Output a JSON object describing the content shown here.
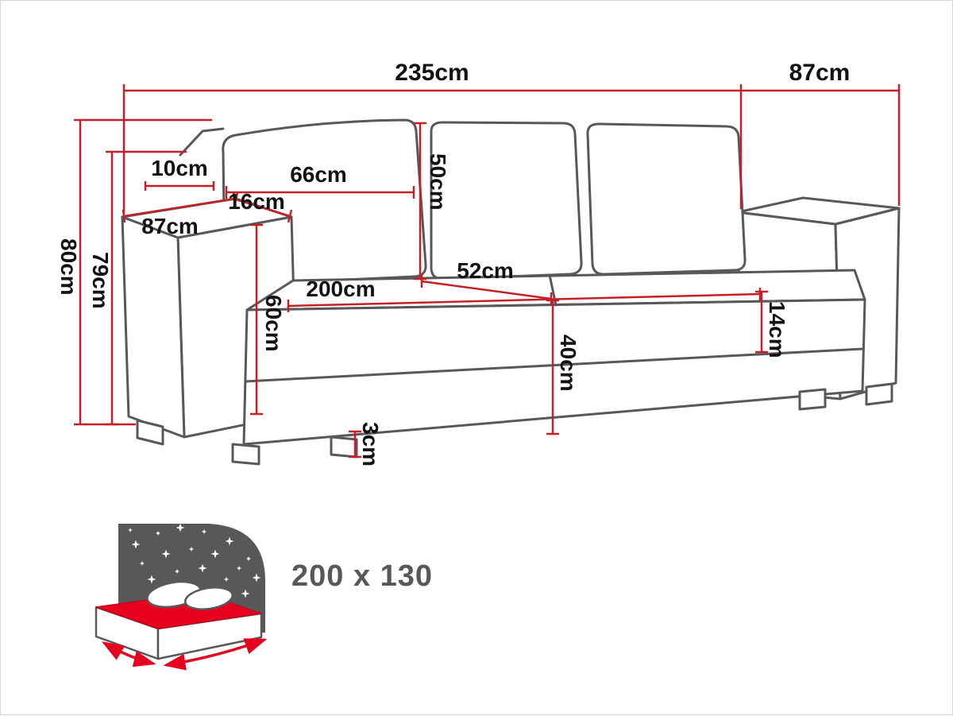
{
  "sofa_diagram": {
    "labels": {
      "width_total": "235cm",
      "depth_side": "87cm",
      "height_total": "80cm",
      "height_backrest": "79cm",
      "backrest_top": "10cm",
      "back_cushion_width": "66cm",
      "back_cushion_height": "50cm",
      "armrest_top_width": "16cm",
      "armrest_depth": "87cm",
      "armrest_height": "60cm",
      "seat_width": "200cm",
      "seat_depth": "52cm",
      "seat_cushion_height": "14cm",
      "seat_height": "40cm",
      "leg_height": "3cm"
    },
    "sleeping_area": "200 x 130",
    "colors": {
      "outline_gray": "#58585a",
      "dimension_red": "#c32127",
      "mattress_red": "#e8001f",
      "text_black": "#121212"
    }
  }
}
